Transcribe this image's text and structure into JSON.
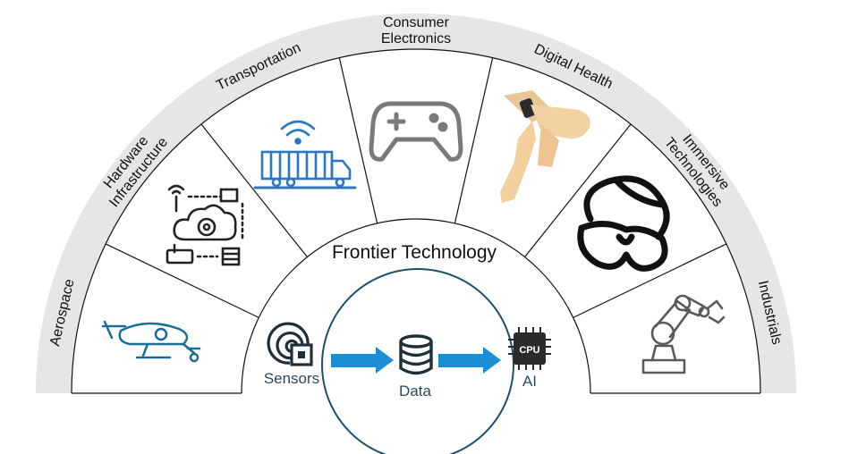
{
  "diagram": {
    "center_title": "Frontier Technology",
    "sectors": [
      {
        "id": "aerospace",
        "label_lines": [
          "Aerospace"
        ],
        "icon": "evtol-aircraft-icon"
      },
      {
        "id": "hardware-infrastructure",
        "label_lines": [
          "Hardware",
          "Infrastructure"
        ],
        "icon": "cloud-infrastructure-icon"
      },
      {
        "id": "transportation",
        "label_lines": [
          "Transportation"
        ],
        "icon": "connected-truck-icon"
      },
      {
        "id": "consumer-electronics",
        "label_lines": [
          "Consumer",
          "Electronics"
        ],
        "icon": "game-controller-icon"
      },
      {
        "id": "digital-health",
        "label_lines": [
          "Digital Health"
        ],
        "icon": "smartwatch-hand-icon"
      },
      {
        "id": "immersive-technologies",
        "label_lines": [
          "Immersive",
          "Technologies"
        ],
        "icon": "vr-headset-icon"
      },
      {
        "id": "industrials",
        "label_lines": [
          "Industrials"
        ],
        "icon": "robotic-arm-icon"
      }
    ],
    "flow": [
      {
        "label": "Sensors",
        "icon": "sensor-icon"
      },
      {
        "label": "Data",
        "icon": "database-icon"
      },
      {
        "label": "AI",
        "icon": "cpu-chip-icon",
        "chip_text": "CPU"
      }
    ],
    "colors": {
      "outer_band": "#e6e6e6",
      "divider": "#111111",
      "circle_outline": "#1b4f6b",
      "arrow": "#1c8fd4",
      "label_blue": "#1f4e79",
      "icon_blue": "#1b6c96"
    }
  }
}
